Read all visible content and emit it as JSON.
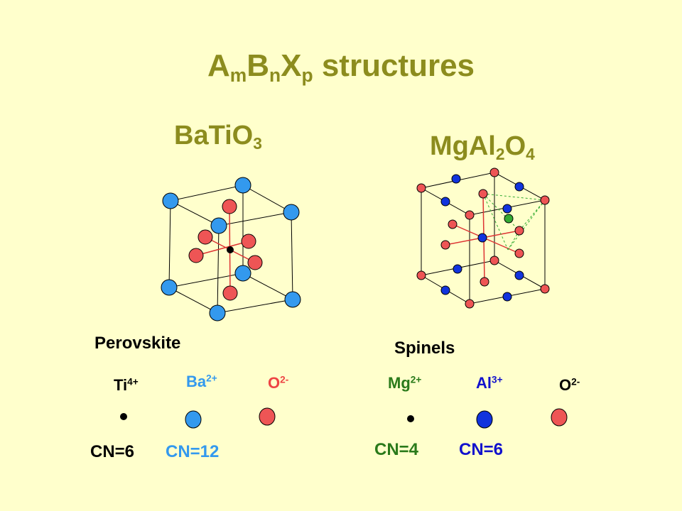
{
  "title": {
    "a": "A",
    "m": "m",
    "b": "B",
    "n": "n",
    "x": "X",
    "p": "p",
    "rest": " structures"
  },
  "perovskite": {
    "formula_main": "BaTiO",
    "formula_sub": "3",
    "name": "Perovskite",
    "ions": [
      {
        "sym": "Ti",
        "charge": "4+",
        "color": "#000000"
      },
      {
        "sym": "Ba",
        "charge": "2+",
        "color": "#3399ee"
      },
      {
        "sym": "O",
        "charge": "2-",
        "color": "#ee4444"
      }
    ],
    "cn": [
      {
        "text": "CN=6",
        "color": "#000000"
      },
      {
        "text": "CN=12",
        "color": "#3399ee"
      }
    ]
  },
  "spinel": {
    "formula_p1": "MgAl",
    "formula_s1": "2",
    "formula_p2": "O",
    "formula_s2": "4",
    "name": "Spinels",
    "ions": [
      {
        "sym": "Mg",
        "charge": "2+",
        "color": "#2a7a1a"
      },
      {
        "sym": "Al",
        "charge": "3+",
        "color": "#1111cc"
      },
      {
        "sym": "O",
        "charge": "2-",
        "color": "#000000"
      }
    ],
    "cn": [
      {
        "text": "CN=4",
        "color": "#2a7a1a"
      },
      {
        "text": "CN=6",
        "color": "#1111cc"
      }
    ]
  },
  "colors": {
    "title": "#8c8c1e",
    "background": "#ffffcc",
    "blue_atom": "#3399ee",
    "red_atom": "#ee5555",
    "al_atom": "#1133dd",
    "mg_atom": "#33aa33"
  }
}
